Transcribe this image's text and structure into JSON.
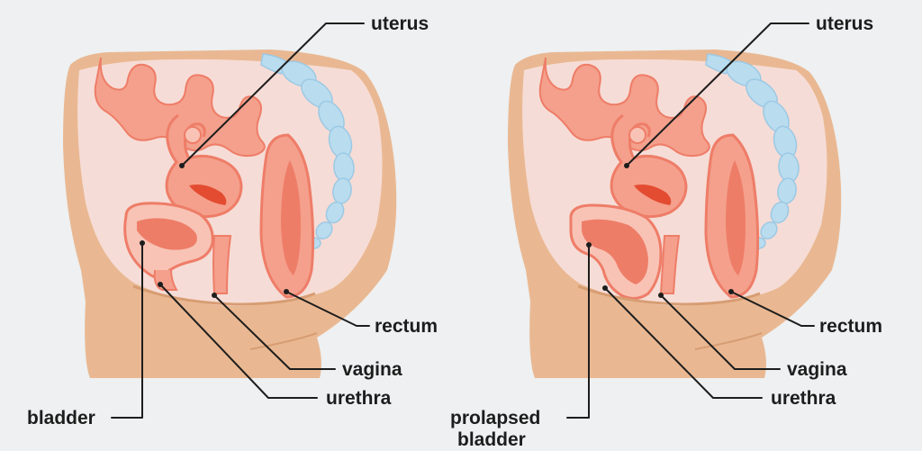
{
  "panels": [
    {
      "id": "normal",
      "labels": {
        "uterus": "uterus",
        "rectum": "rectum",
        "vagina": "vagina",
        "urethra": "urethra",
        "bladder": [
          "bladder"
        ]
      }
    },
    {
      "id": "prolapsed",
      "labels": {
        "uterus": "uterus",
        "rectum": "rectum",
        "vagina": "vagina",
        "urethra": "urethra",
        "bladder": [
          "prolapsed",
          "bladder"
        ]
      }
    }
  ],
  "colors": {
    "background": "#eef0f1",
    "skin": "#e9b892",
    "skin_dark": "#d79d72",
    "cavity": "#f6dcd6",
    "organ": "#f4a08c",
    "organ_dark": "#ee7d68",
    "spine": "#b9dcef",
    "leader": "#1d1d1d"
  }
}
